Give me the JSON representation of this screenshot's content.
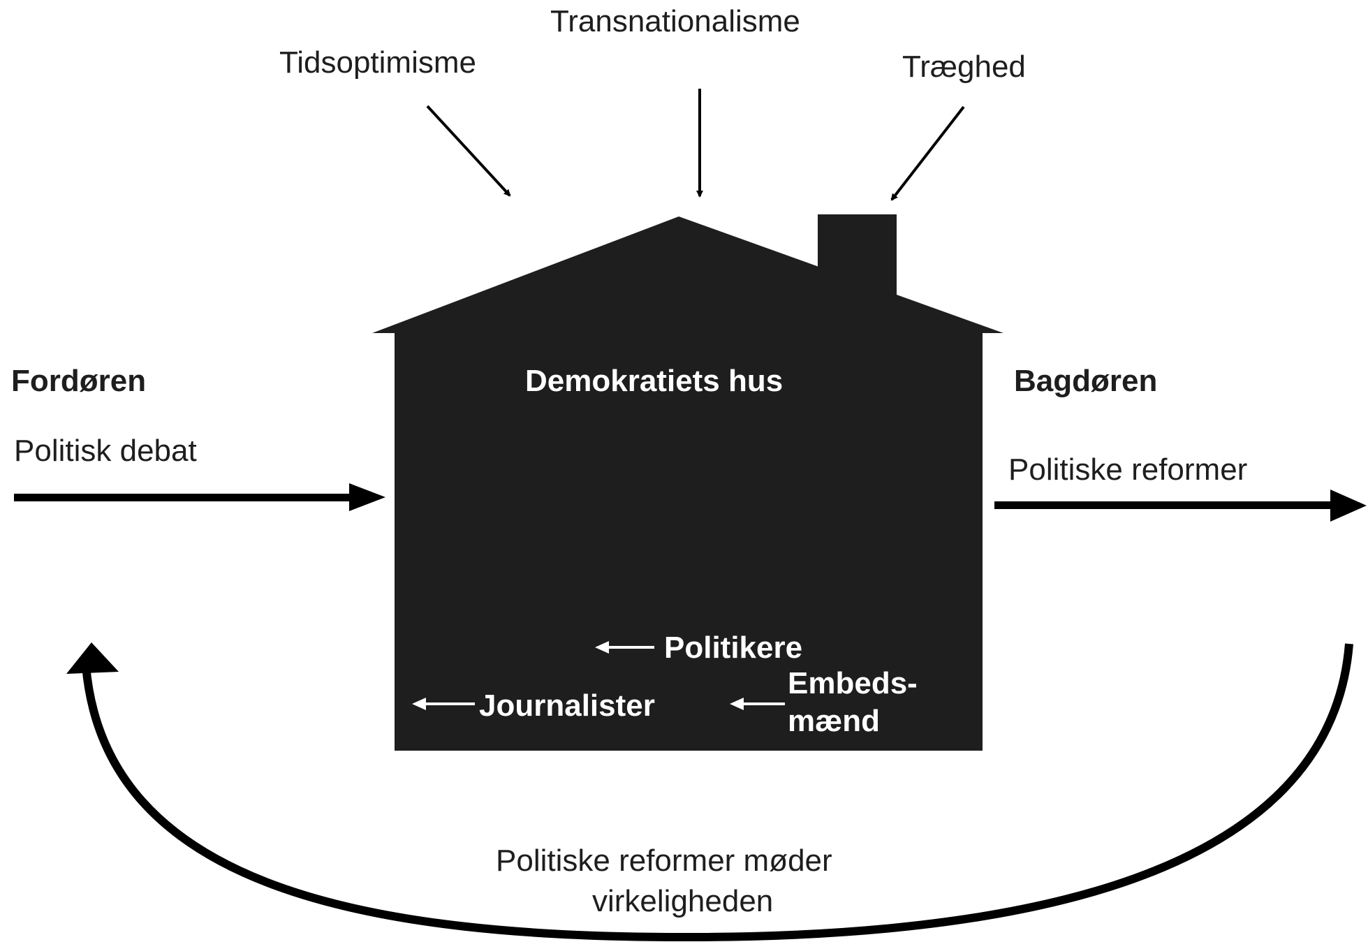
{
  "top_factors": {
    "left": "Tidsoptimisme",
    "center": "Transnationalisme",
    "right": "Træghed"
  },
  "house": {
    "title": "Demokratiets hus",
    "actors": {
      "politicians": "Politikere",
      "journalists": "Journalister",
      "civil_servants_line1": "Embeds-",
      "civil_servants_line2": "mænd"
    }
  },
  "front_door": {
    "heading": "Fordøren",
    "label": "Politisk debat"
  },
  "back_door": {
    "heading": "Bagdøren",
    "label": "Politiske reformer"
  },
  "feedback_loop": {
    "line1": "Politiske reformer møder",
    "line2": "virkeligheden"
  },
  "colors": {
    "house_fill": "#1e1e1e",
    "arrow": "#000000",
    "inner_text": "#ffffff",
    "outer_text": "#1e1e1e"
  }
}
